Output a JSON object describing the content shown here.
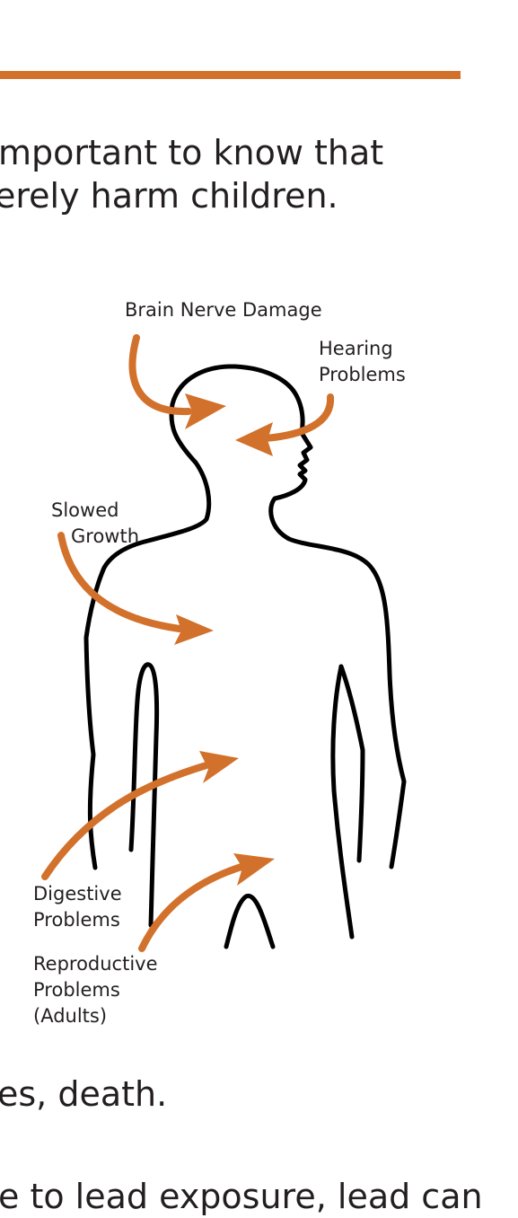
{
  "colors": {
    "accent": "#d2712b",
    "text": "#231f20",
    "outline": "#000000"
  },
  "intro": {
    "line1": "mportant to know that",
    "line2": "erely harm children."
  },
  "diagram": {
    "labels": {
      "brain": "Brain Nerve Damage",
      "hearing_1": "Hearing",
      "hearing_2": "Problems",
      "growth_1": "Slowed",
      "growth_2": "Growth",
      "digestive_1": "Digestive",
      "digestive_2": "Problems",
      "reproductive_1": "Reproductive",
      "reproductive_2": "Problems",
      "reproductive_3": "(Adults)"
    }
  },
  "bottom": {
    "line1": "es, death.",
    "line2": "e to lead exposure, lead can"
  }
}
